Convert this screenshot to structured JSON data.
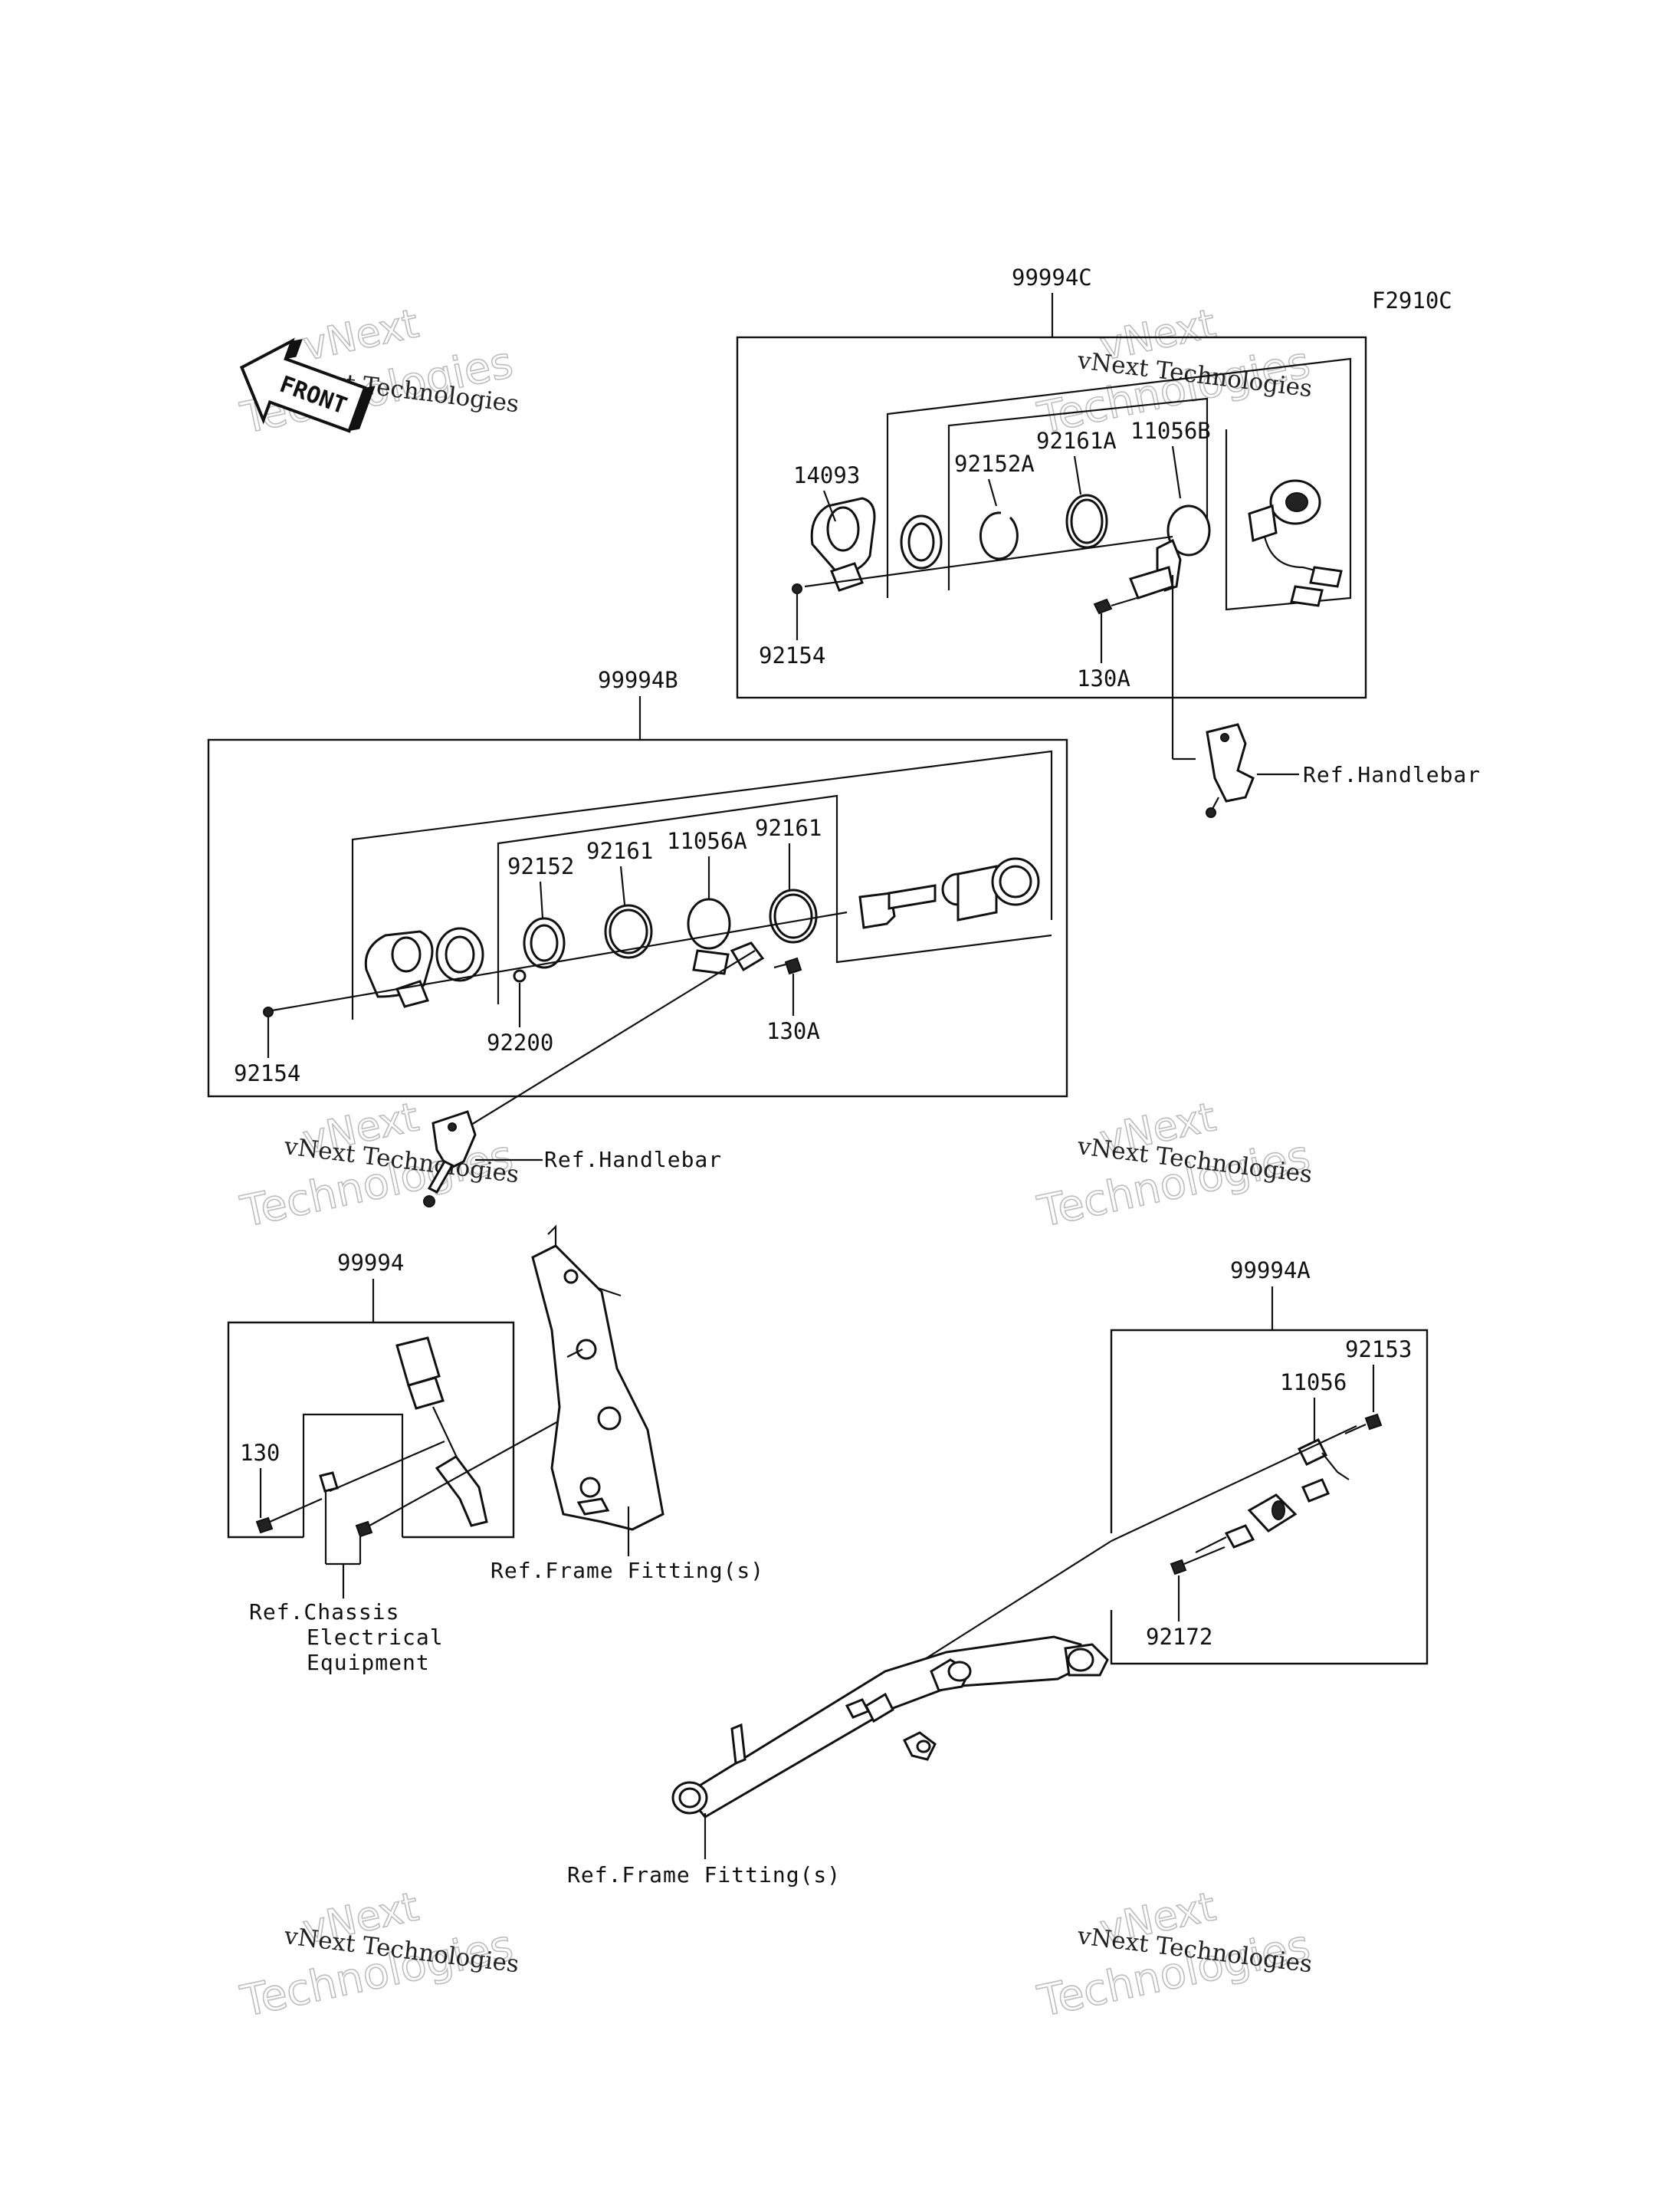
{
  "figure_code": "F2910C",
  "front_arrow_label": "FRONT",
  "watermarks": {
    "line1": "vNext Technologies",
    "line2": "vNext",
    "line3": "Technologies"
  },
  "groups": {
    "g99994C": {
      "label": "99994C",
      "parts": {
        "p14093": "14093",
        "p92152A": "92152A",
        "p92161A": "92161A",
        "p11056B": "11056B",
        "p92154": "92154",
        "p130A": "130A"
      },
      "ref_handlebar": "Ref.Handlebar"
    },
    "g99994B": {
      "label": "99994B",
      "parts": {
        "p92152": "92152",
        "p92161a": "92161",
        "p11056A": "11056A",
        "p92161b": "92161",
        "p92154": "92154",
        "p92200": "92200",
        "p130A": "130A"
      },
      "ref_handlebar": "Ref.Handlebar"
    },
    "g99994": {
      "label": "99994",
      "parts": {
        "p130": "130"
      },
      "ref_chassis_1": "Ref.Chassis",
      "ref_chassis_2": "Electrical",
      "ref_chassis_3": "Equipment",
      "ref_frame": "Ref.Frame Fitting(s)"
    },
    "g99994A": {
      "label": "99994A",
      "parts": {
        "p92153": "92153",
        "p11056": "11056",
        "p92172": "92172"
      },
      "ref_frame": "Ref.Frame Fitting(s)"
    }
  }
}
